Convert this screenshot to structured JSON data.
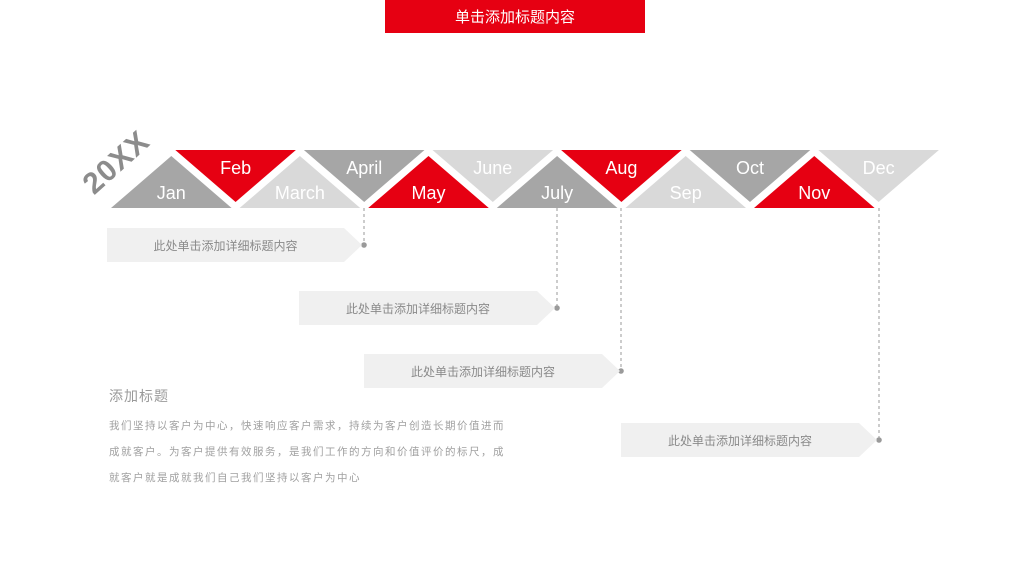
{
  "header": {
    "title": "单击添加标题内容"
  },
  "timeline": {
    "year": "20XX",
    "colors": {
      "red": "#e60012",
      "dark_gray": "#a6a6a6",
      "light_gray": "#d9d9d9",
      "line": "#9a9a9a"
    },
    "months": [
      {
        "label": "Jan",
        "row": "bottom",
        "color": "dark_gray"
      },
      {
        "label": "Feb",
        "row": "top",
        "color": "red"
      },
      {
        "label": "March",
        "row": "bottom",
        "color": "light_gray"
      },
      {
        "label": "April",
        "row": "top",
        "color": "dark_gray"
      },
      {
        "label": "May",
        "row": "bottom",
        "color": "red"
      },
      {
        "label": "June",
        "row": "top",
        "color": "light_gray"
      },
      {
        "label": "July",
        "row": "bottom",
        "color": "dark_gray"
      },
      {
        "label": "Aug",
        "row": "top",
        "color": "red"
      },
      {
        "label": "Sep",
        "row": "bottom",
        "color": "light_gray"
      },
      {
        "label": "Oct",
        "row": "top",
        "color": "dark_gray"
      },
      {
        "label": "Nov",
        "row": "bottom",
        "color": "red"
      },
      {
        "label": "Dec",
        "row": "top",
        "color": "light_gray"
      }
    ]
  },
  "details": [
    {
      "text": "此处单击添加详细标题内容"
    },
    {
      "text": "此处单击添加详细标题内容"
    },
    {
      "text": "此处单击添加详细标题内容"
    },
    {
      "text": "此处单击添加详细标题内容"
    }
  ],
  "section": {
    "title": "添加标题",
    "lines": [
      "我们坚持以客户为中心，快速响应客户需求，持续为客户创造长期价值进而",
      "成就客户。为客户提供有效服务，是我们工作的方向和价值评价的标尺，成",
      "就客户就是成就我们自己我们坚持以客户为中心"
    ]
  }
}
